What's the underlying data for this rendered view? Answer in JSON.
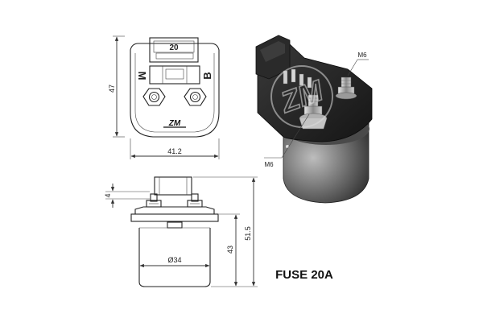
{
  "front_view": {
    "fuse_label": "20",
    "terminal_left": "M",
    "terminal_right": "B",
    "dim_height": "47",
    "dim_width": "41.2",
    "logo_text": "ZM"
  },
  "side_view": {
    "dim_cap": "4",
    "dim_body": "43",
    "dim_total": "51.5",
    "dim_diameter": "Ø34"
  },
  "photo": {
    "stud_top_label": "M6",
    "stud_left_label": "M6",
    "watermark": "ZM"
  },
  "caption": "FUSE 20A"
}
